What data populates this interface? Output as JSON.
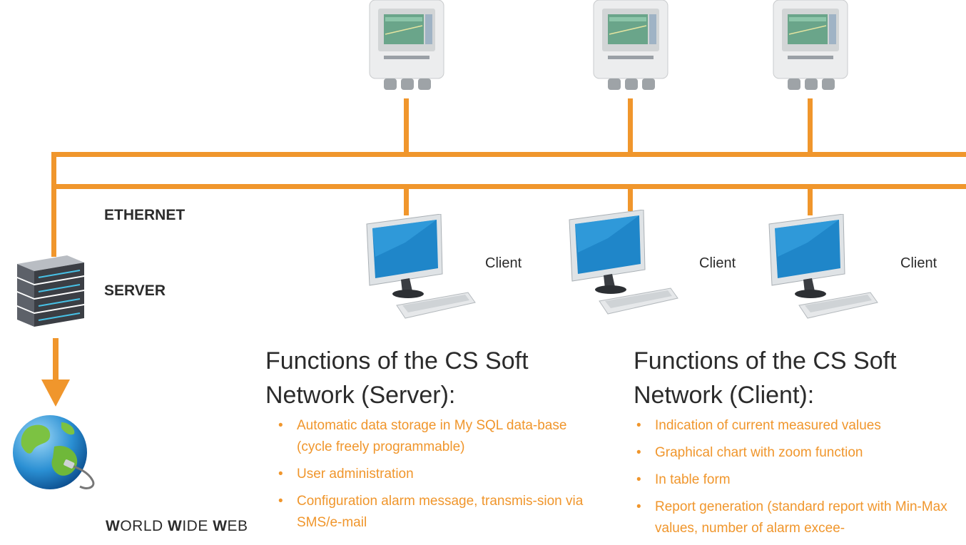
{
  "network": {
    "ethernet_label": "ETHERNET",
    "server_label": "SERVER",
    "client_label": "Client",
    "www": {
      "w1": "W",
      "r1": "ORLD ",
      "w2": "W",
      "r2": "IDE ",
      "w3": "W",
      "r3": "EB"
    }
  },
  "server_functions": {
    "heading_line1": "Functions of the CS Soft",
    "heading_line2": "Network (Server):",
    "items": [
      "Automatic data storage in My SQL data-base (cycle freely programmable)",
      "User administration",
      "Configuration alarm message, transmis-sion via SMS/e-mail"
    ]
  },
  "client_functions": {
    "heading_line1": "Functions of the CS Soft",
    "heading_line2": "Network (Client):",
    "items": [
      "Indication of current measured values",
      "Graphical chart with zoom function",
      "In table form",
      "Report generation (standard report with Min-Max values, number of alarm excee-"
    ]
  },
  "colors": {
    "accent": "#f0962c",
    "text": "#2b2b2b"
  },
  "icons": [
    "measuring-device-icon",
    "server-icon",
    "computer-icon",
    "globe-icon",
    "arrow-down-icon"
  ]
}
